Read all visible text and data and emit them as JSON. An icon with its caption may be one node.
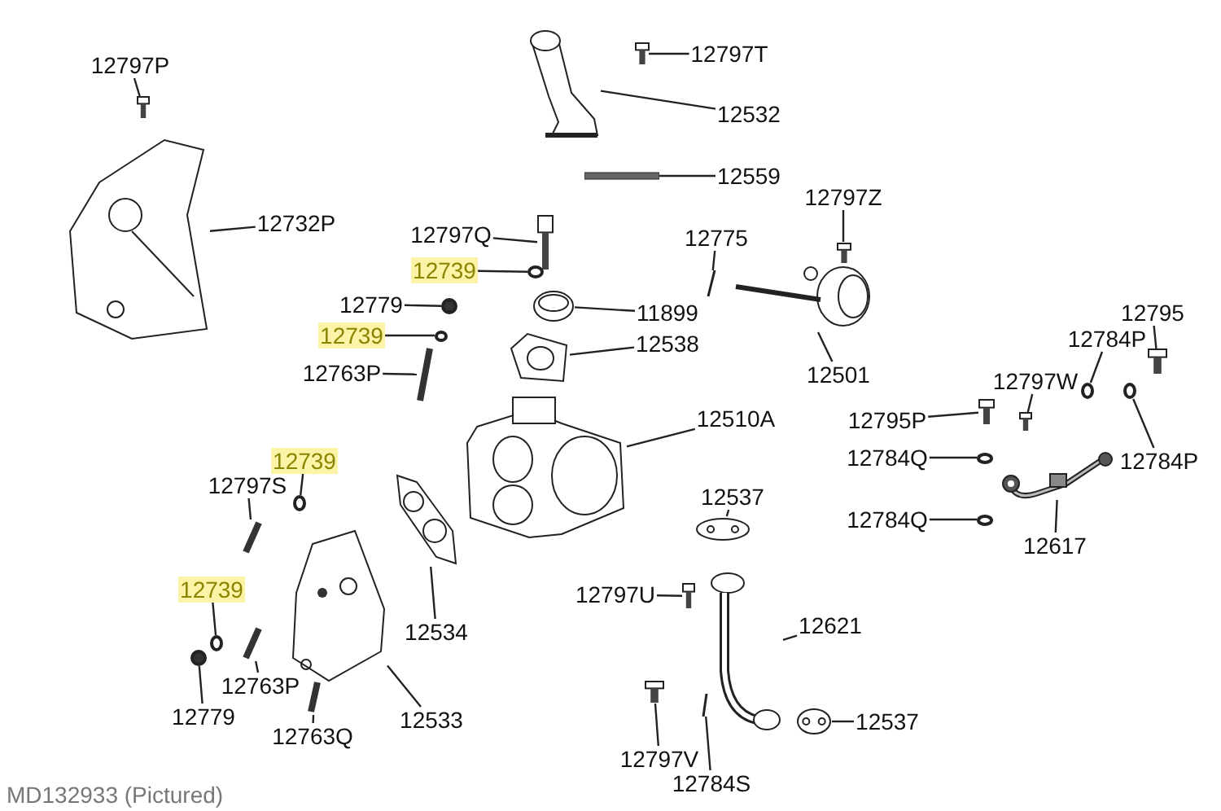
{
  "diagram": {
    "nodes": [
      {
        "text": [
          "12797P"
        ]
      },
      {
        "text": [],
        "shape": "picture"
      },
      {
        "text": [
          "12797T"
        ]
      },
      {
        "text": [],
        "shape": "picture"
      },
      {
        "text": [
          "12532"
        ]
      },
      {
        "text": [],
        "shape": "picture"
      },
      {
        "text": [
          "12559"
        ]
      },
      {
        "text": [],
        "shape": "bar"
      },
      {
        "text": [
          "12732P"
        ]
      },
      {
        "text": [],
        "shape": "picture"
      },
      {
        "text": [
          "12797Q"
        ]
      },
      {
        "text": [],
        "shape": "picture"
      },
      {
        "text": [
          "12739"
        ]
      },
      {
        "text": [],
        "shape": "circle"
      },
      {
        "text": [
          "12797Z"
        ]
      },
      {
        "text": [],
        "shape": "picture"
      },
      {
        "text": [
          "12775"
        ]
      },
      {
        "text": [],
        "shape": "picture"
      },
      {
        "text": [
          "12779"
        ]
      },
      {
        "text": [],
        "shape": "circle"
      },
      {
        "text": [
          "11899"
        ]
      },
      {
        "text": [],
        "shape": "picture"
      },
      {
        "text": [
          "12739"
        ]
      },
      {
        "text": [],
        "shape": "circle"
      },
      {
        "text": [
          "12538"
        ]
      },
      {
        "text": [],
        "shape": "picture"
      },
      {
        "text": [
          "12763P"
        ]
      },
      {
        "text": [],
        "shape": "picture"
      },
      {
        "text": [
          "12501"
        ]
      },
      {
        "text": [],
        "shape": "picture"
      },
      {
        "text": [
          "12510A"
        ]
      },
      {
        "text": [],
        "shape": "picture"
      },
      {
        "text": [
          "12795"
        ]
      },
      {
        "text": [],
        "shape": "picture"
      },
      {
        "text": [
          "12784P"
        ]
      },
      {
        "text": [],
        "shape": "circle"
      },
      {
        "text": [
          "12797W"
        ]
      },
      {
        "text": [],
        "shape": "picture"
      },
      {
        "text": [
          "12795P"
        ]
      },
      {
        "text": [],
        "shape": "picture"
      },
      {
        "text": [
          "12784Q"
        ]
      },
      {
        "text": [],
        "shape": "circle"
      },
      {
        "text": [
          "12784P"
        ]
      },
      {
        "text": [],
        "shape": "circle"
      },
      {
        "text": [
          "12739"
        ]
      },
      {
        "text": [],
        "shape": "circle"
      },
      {
        "text": [
          "12797S"
        ]
      },
      {
        "text": [],
        "shape": "picture"
      },
      {
        "text": [
          "12537"
        ]
      },
      {
        "text": [],
        "shape": "picture"
      },
      {
        "text": [
          "12784Q"
        ]
      },
      {
        "text": [],
        "shape": "circle"
      },
      {
        "text": [
          "12617"
        ]
      },
      {
        "text": [],
        "shape": "picture"
      },
      {
        "text": [
          "12534"
        ]
      },
      {
        "text": [],
        "shape": "picture"
      },
      {
        "text": [
          "12739"
        ]
      },
      {
        "text": [],
        "shape": "circle"
      },
      {
        "text": [
          "12797U"
        ]
      },
      {
        "text": [],
        "shape": "picture"
      },
      {
        "text": [
          "12621"
        ]
      },
      {
        "text": [],
        "shape": "picture"
      },
      {
        "text": [
          "12763P"
        ]
      },
      {
        "text": [],
        "shape": "picture"
      },
      {
        "text": [
          "12779"
        ]
      },
      {
        "text": [],
        "shape": "circle"
      },
      {
        "text": [
          "12533"
        ]
      },
      {
        "text": [],
        "shape": "picture"
      },
      {
        "text": [
          "12763Q"
        ]
      },
      {
        "text": [],
        "shape": "picture"
      },
      {
        "text": [
          "12797V"
        ]
      },
      {
        "text": [],
        "shape": "picture"
      },
      {
        "text": [
          "12784S"
        ]
      },
      {
        "text": [],
        "shape": "picture"
      },
      {
        "text": [
          "12537"
        ]
      },
      {
        "text": [],
        "shape": "picture"
      }
    ],
    "edges": [
      {
        "from": 0,
        "to": 1,
        "arrow": "none"
      },
      {
        "from": 2,
        "to": 3,
        "arrow": "none"
      },
      {
        "from": 4,
        "to": 5,
        "arrow": "none"
      },
      {
        "from": 6,
        "to": 7,
        "arrow": "none"
      },
      {
        "from": 8,
        "to": 9,
        "arrow": "none"
      },
      {
        "from": 10,
        "to": 11,
        "arrow": "none"
      },
      {
        "from": 12,
        "to": 13,
        "arrow": "none"
      },
      {
        "from": 14,
        "to": 15,
        "arrow": "none"
      },
      {
        "from": 16,
        "to": 17,
        "arrow": "none"
      },
      {
        "from": 18,
        "to": 19,
        "arrow": "none"
      },
      {
        "from": 20,
        "to": 21,
        "arrow": "none"
      },
      {
        "from": 22,
        "to": 23,
        "arrow": "none"
      },
      {
        "from": 24,
        "to": 25,
        "arrow": "none"
      },
      {
        "from": 26,
        "to": 27,
        "arrow": "none"
      },
      {
        "from": 28,
        "to": 29,
        "arrow": "none"
      },
      {
        "from": 30,
        "to": 31,
        "arrow": "none"
      },
      {
        "from": 32,
        "to": 33,
        "arrow": "none"
      },
      {
        "from": 34,
        "to": 35,
        "arrow": "none"
      },
      {
        "from": 36,
        "to": 37,
        "arrow": "none"
      },
      {
        "from": 38,
        "to": 39,
        "arrow": "none"
      },
      {
        "from": 40,
        "to": 41,
        "arrow": "none"
      },
      {
        "from": 42,
        "to": 43,
        "arrow": "none"
      },
      {
        "from": 44,
        "to": 45,
        "arrow": "none"
      },
      {
        "from": 46,
        "to": 47,
        "arrow": "none"
      },
      {
        "from": 48,
        "to": 49,
        "arrow": "none"
      },
      {
        "from": 50,
        "to": 51,
        "arrow": "none"
      },
      {
        "from": 52,
        "to": 53,
        "arrow": "none"
      },
      {
        "from": 54,
        "to": 55,
        "arrow": "none"
      },
      {
        "from": 56,
        "to": 57,
        "arrow": "none"
      },
      {
        "from": 58,
        "to": 59,
        "arrow": "none"
      },
      {
        "from": 60,
        "to": 61,
        "arrow": "none"
      },
      {
        "from": 62,
        "to": 63,
        "arrow": "none"
      },
      {
        "from": 64,
        "to": 65,
        "arrow": "none"
      },
      {
        "from": 66,
        "to": 67,
        "arrow": "none"
      },
      {
        "from": 68,
        "to": 69,
        "arrow": "none"
      },
      {
        "from": 70,
        "to": 71,
        "arrow": "none"
      },
      {
        "from": 72,
        "to": 73,
        "arrow": "none"
      },
      {
        "from": 74,
        "to": 75,
        "arrow": "none"
      }
    ],
    "labels": [
      "MD132933 (Pictured)"
    ]
  }
}
